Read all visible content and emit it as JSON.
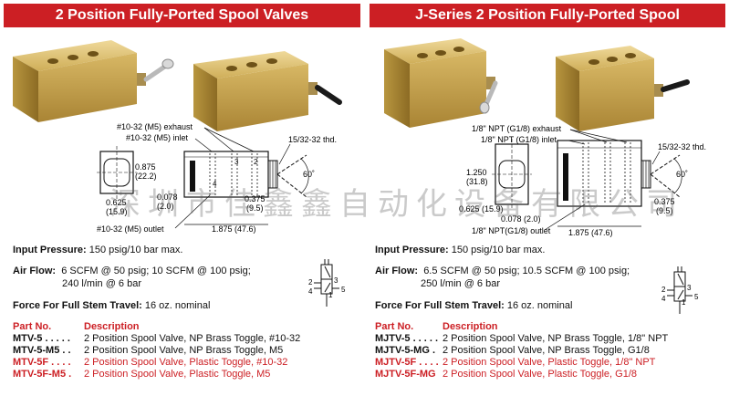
{
  "left": {
    "banner": "2 Position Fully-Ported Spool Valves",
    "drawing": {
      "exhaust": "#10-32 (M5) exhaust",
      "inlet": "#10-32 (M5) inlet",
      "outlet": "#10-32 (M5) outlet",
      "thread": "15/32-32 thd.",
      "angle": "60˚",
      "dim_h": "0.875",
      "dim_h_mm": "(22.2)",
      "dim_w": "0.625",
      "dim_w_mm": "(15.9)",
      "dim_a": "0.078",
      "dim_a_mm": "(2.0)",
      "dim_b": "0.375",
      "dim_b_mm": "(9.5)",
      "dim_len": "1.875 (47.6)"
    },
    "specs": {
      "pressure_label": "Input Pressure:",
      "pressure_value": "150 psig/10 bar max.",
      "airflow_label": "Air Flow:",
      "airflow_line1": "6 SCFM @ 50 psig; 10 SCFM @ 100 psig;",
      "airflow_line2": "240 l/min @ 6 bar",
      "force_label": "Force For Full Stem Travel:",
      "force_value": "16 oz. nominal"
    },
    "table": {
      "col_part": "Part No.",
      "col_desc": "Description",
      "rows": [
        {
          "part": "MTV-5",
          "dots": " . . . . .",
          "desc": "2 Position Spool Valve, NP Brass Toggle, #10-32"
        },
        {
          "part": "MTV-5-M5",
          "dots": " . .",
          "desc": "2 Position Spool Valve, NP Brass Toggle, M5"
        },
        {
          "part": "MTV-5F",
          "dots": " . . . .",
          "desc": "2 Position Spool Valve, Plastic Toggle, #10-32"
        },
        {
          "part": "MTV-5F-M5",
          "dots": " .",
          "desc": "2 Position Spool Valve, Plastic Toggle, M5"
        }
      ]
    }
  },
  "right": {
    "banner": "J-Series 2 Position Fully-Ported Spool",
    "drawing": {
      "exhaust": "1/8\" NPT (G1/8) exhaust",
      "inlet": "1/8\" NPT (G1/8) inlet",
      "outlet": "1/8\" NPT(G1/8) outlet",
      "thread": "15/32-32 thd.",
      "angle": "60˚",
      "dim_h": "1.250",
      "dim_h_mm": "(31.8)",
      "dim_w": "0.625 (15.9)",
      "dim_a": "0.078 (2.0)",
      "dim_b": "0.375",
      "dim_b_mm": "(9.5)",
      "dim_len": "1.875 (47.6)"
    },
    "specs": {
      "pressure_label": "Input Pressure:",
      "pressure_value": "150 psig/10 bar max.",
      "airflow_label": "Air Flow:",
      "airflow_line1": "6.5 SCFM @ 50 psig; 10.5 SCFM @ 100 psig;",
      "airflow_line2": "250 l/min @ 6 bar",
      "force_label": "Force For Full Stem Travel:",
      "force_value": "16 oz. nominal"
    },
    "table": {
      "col_part": "Part No.",
      "col_desc": "Description",
      "rows": [
        {
          "part": "MJTV-5",
          "dots": " . . . . .",
          "desc": "2 Position Spool Valve, NP Brass Toggle, 1/8\" NPT"
        },
        {
          "part": "MJTV-5-MG",
          "dots": " .",
          "desc": "2 Position Spool Valve, NP Brass Toggle, G1/8"
        },
        {
          "part": "MJTV-5F",
          "dots": " . . . .",
          "desc": "2 Position Spool Valve, Plastic Toggle, 1/8\" NPT"
        },
        {
          "part": "MJTV-5F-MG",
          "dots": "",
          "desc": "2 Position Spool Valve, Plastic Toggle, G1/8"
        }
      ]
    }
  },
  "symbol_ports": {
    "p2": "2",
    "p3": "3",
    "p4": "4",
    "p1": "1",
    "p5": "5"
  },
  "watermark": "深圳市佳鑫鑫自动化设备有限公司",
  "colors": {
    "accent_red": "#cc1f24",
    "brass": "#c9a64a"
  }
}
